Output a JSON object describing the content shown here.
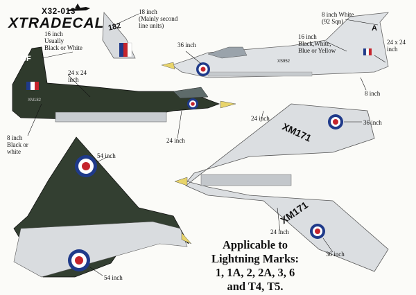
{
  "brand": {
    "product_code": "X32-013",
    "name": "XTRADECAL"
  },
  "callouts": {
    "fin_code_size": "18 inch\n(Mainly second\nline units)",
    "fin_code_text": "182",
    "top_code_size": "16 inch\nUsually\nBlack or White",
    "top_code_text": "BF",
    "flag_size_top": "24 x 24\ninch",
    "roundel_36_upper": "36 inch",
    "roundel_36_lower_right": "36 inch",
    "roundel_36_bottom": "36 inch",
    "fin_letter_size": "8 inch White\n(92 Sqn)",
    "fin_letter_text": "A",
    "nose_code_size": "16 inch\nBlack,White,\nBlue or Yellow",
    "flag_size_right": "24 x 24\ninch",
    "eight_inch": "8 inch",
    "serial_small": "XM182",
    "serial_nose_small": "XS952",
    "eight_inch_bw": "8 inch\nBlack or\nwhite",
    "roundel_24_side": "24 inch",
    "roundel_24_top": "24 inch",
    "roundel_24_bottom_right": "24 inch",
    "roundel_54_top": "54 inch",
    "roundel_54_bottom": "54 inch",
    "serial_under_upper": "XM171",
    "serial_under_lower": "XM171"
  },
  "headline": {
    "line1": "Applicable to",
    "line2": "Lightning Marks:",
    "line3": "1, 1A, 2, 2A, 3, 6",
    "line4": "and T4, T5."
  },
  "colors": {
    "camo_dark": "#2f3a2c",
    "silver": "#d9dcdf",
    "roundel_red": "#c5242c",
    "roundel_blue": "#1f3a8a",
    "cockpit_yellow": "#e8d46a"
  }
}
